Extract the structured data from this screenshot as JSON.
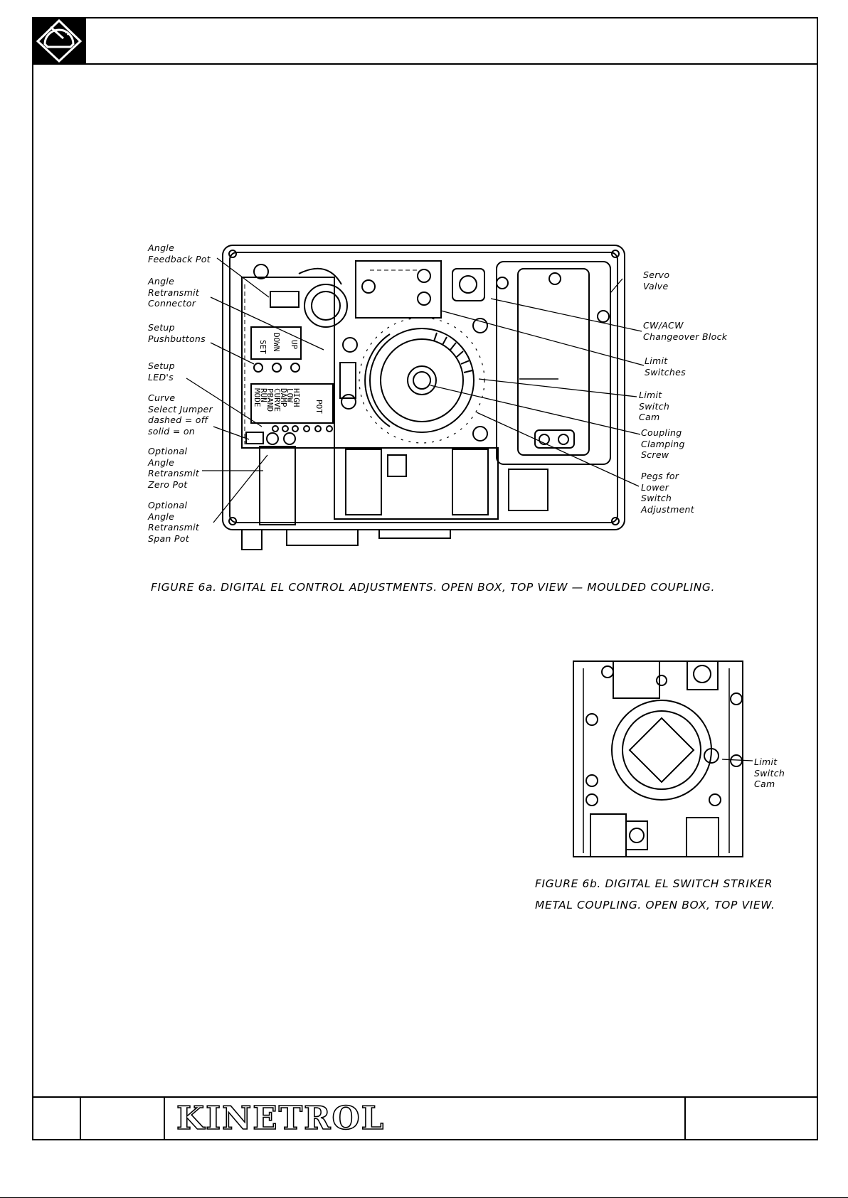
{
  "figure_a": {
    "caption": "FIGURE 6a.  DIGITAL EL CONTROL ADJUSTMENTS. OPEN BOX, TOP VIEW — MOULDED COUPLING.",
    "labels_left": {
      "angle_feedback_pot": "Angle\nFeedback Pot",
      "angle_retransmit_connector": "Angle\nRetransmit\nConnector",
      "setup_pushbuttons": "Setup\nPushbuttons",
      "setup_leds": "Setup\nLED's",
      "curve_select_jumper": "Curve\nSelect Jumper\ndashed = off\nsolid = on",
      "zero_pot": "Optional\nAngle\nRetransmit\nZero Pot",
      "span_pot": "Optional\nAngle\nRetransmit\nSpan Pot"
    },
    "labels_right": {
      "servo_valve": "Servo\nValve",
      "changeover_block": "CW/ACW\nChangeover Block",
      "limit_switches": "Limit\nSwitches",
      "limit_switch_cam": "Limit\nSwitch\nCam",
      "coupling_clamping_screw": "Coupling\nClamping\nScrew",
      "pegs": "Pegs for\nLower\nSwitch\nAdjustment"
    },
    "board_text": {
      "set": "SET",
      "down": "DOWN",
      "up": "UP",
      "run": "RUN",
      "mode": "MODE",
      "pband": "PBAND",
      "curve": "CURVE",
      "damp": "DAMP",
      "low": "LOW",
      "high": "HIGH",
      "pot": "POT"
    }
  },
  "figure_b": {
    "caption_line1": "FIGURE 6b.   DIGITAL EL SWITCH STRIKER",
    "caption_line2": "METAL COUPLING. OPEN BOX, TOP VIEW.",
    "label_cam": "Limit\nSwitch\nCam"
  },
  "footer": {
    "brand": "KINETROL"
  }
}
